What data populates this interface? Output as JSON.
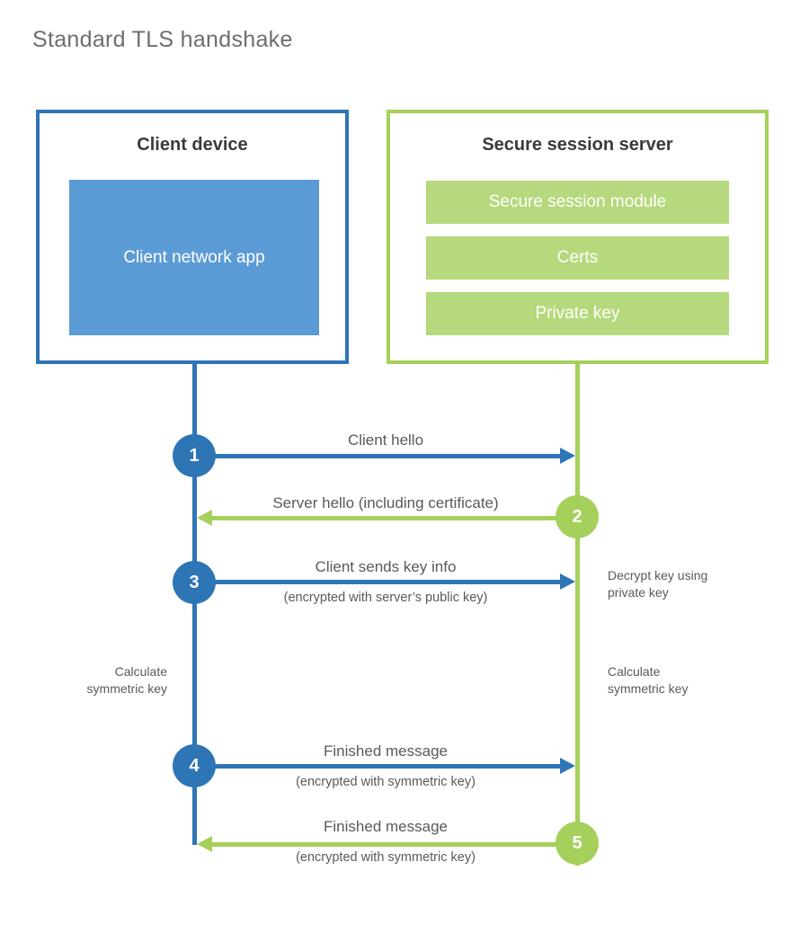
{
  "title": "Standard TLS handshake",
  "colors": {
    "blue": "#2e75b6",
    "blue_fill": "#5b9bd5",
    "green": "#a5d05c",
    "green_fill": "#b5d97c"
  },
  "client": {
    "title": "Client device",
    "app": "Client network app"
  },
  "server": {
    "title": "Secure session server",
    "modules": [
      "Secure session module",
      "Certs",
      "Private key"
    ]
  },
  "steps": [
    {
      "num": "1",
      "label": "Client hello",
      "sublabel": "",
      "direction": "client-to-server"
    },
    {
      "num": "2",
      "label": "Server hello (including certificate)",
      "sublabel": "",
      "direction": "server-to-client"
    },
    {
      "num": "3",
      "label": "Client sends key info",
      "sublabel": "(encrypted with server’s public key)",
      "direction": "client-to-server"
    },
    {
      "num": "4",
      "label": "Finished message",
      "sublabel": "(encrypted with symmetric key)",
      "direction": "client-to-server"
    },
    {
      "num": "5",
      "label": "Finished message",
      "sublabel": "(encrypted with symmetric key)",
      "direction": "server-to-client"
    }
  ],
  "annotations": {
    "decrypt": "Decrypt key using private key",
    "calc_left": "Calculate symmetric key",
    "calc_right": "Calculate symmetric key"
  }
}
